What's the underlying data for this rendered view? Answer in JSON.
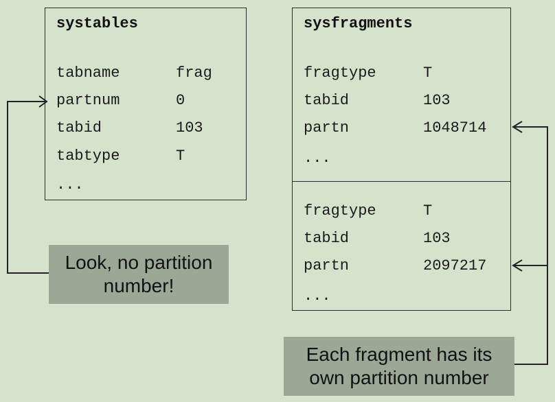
{
  "systables": {
    "title": "systables",
    "rows": [
      {
        "key": "tabname",
        "value": "frag"
      },
      {
        "key": "partnum",
        "value": "0"
      },
      {
        "key": "tabid",
        "value": "103"
      },
      {
        "key": "tabtype",
        "value": "T"
      }
    ],
    "ellipsis": "..."
  },
  "sysfragments": {
    "title": "sysfragments",
    "fragments": [
      {
        "rows": [
          {
            "key": "fragtype",
            "value": "T"
          },
          {
            "key": "tabid",
            "value": "103"
          },
          {
            "key": "partn",
            "value": "1048714"
          }
        ],
        "ellipsis": "..."
      },
      {
        "rows": [
          {
            "key": "fragtype",
            "value": "T"
          },
          {
            "key": "tabid",
            "value": "103"
          },
          {
            "key": "partn",
            "value": "2097217"
          }
        ],
        "ellipsis": "..."
      }
    ]
  },
  "callouts": {
    "left": "Look, no partition number!",
    "right": "Each fragment has its own partition number"
  }
}
